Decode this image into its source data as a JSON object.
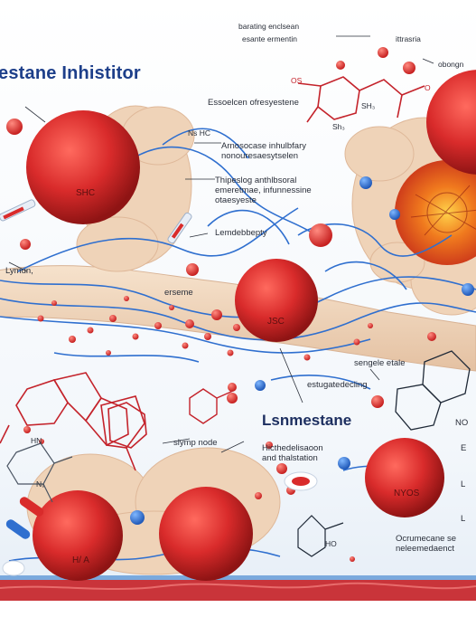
{
  "title": "estane Inhistitor",
  "subtitle": "Lsnmestane",
  "labels": {
    "top_right_1": "barating enclsean",
    "top_right_2": "esante ermentin",
    "top_right_3": "ittrasria",
    "top_right_4": "obongn",
    "ring_os": "OS",
    "ring_sh": "SH₃",
    "ring_sh2": "Sh₃",
    "ring_o": "O",
    "escelon": "Essoelcen ofresyestene",
    "ns_hc": "Ns HC",
    "amoso_1": "Arnosocase inhulbfary",
    "amoso_2": "nonouresaesytselen",
    "thipe_1": "Thipeslog anthlbsoral",
    "thipe_2": "emeretmae, infunnessine",
    "thipe_3": "otaesyeste",
    "lemdeb": "Lemdebbepty",
    "lymun": "Lymun,",
    "eremo": "erseme",
    "sengele": "sengele etale",
    "estuget": "estugatedecling",
    "slymp": "slymp node",
    "hicth_1": "Hicthedelisaoon",
    "hicth_2": "and thalstation",
    "no": "NO",
    "hn": "HN",
    "n9": "N₉",
    "ho": "HO",
    "e1": "E",
    "e2": "L",
    "e3": "L",
    "ocrum_1": "Ocrumecane se",
    "ocrum_2": "neleemedaenct"
  },
  "cells": {
    "shc": "SHC",
    "jsc": "JSC",
    "nyos": "NYOS",
    "hla": "H/ A"
  },
  "colors": {
    "cell_red": "#d92b2b",
    "vessel_blue": "#2f6fcf",
    "tissue_beige": "#efd3b8",
    "molecule_red": "#c4232b",
    "title_blue": "#1d3f8a"
  }
}
